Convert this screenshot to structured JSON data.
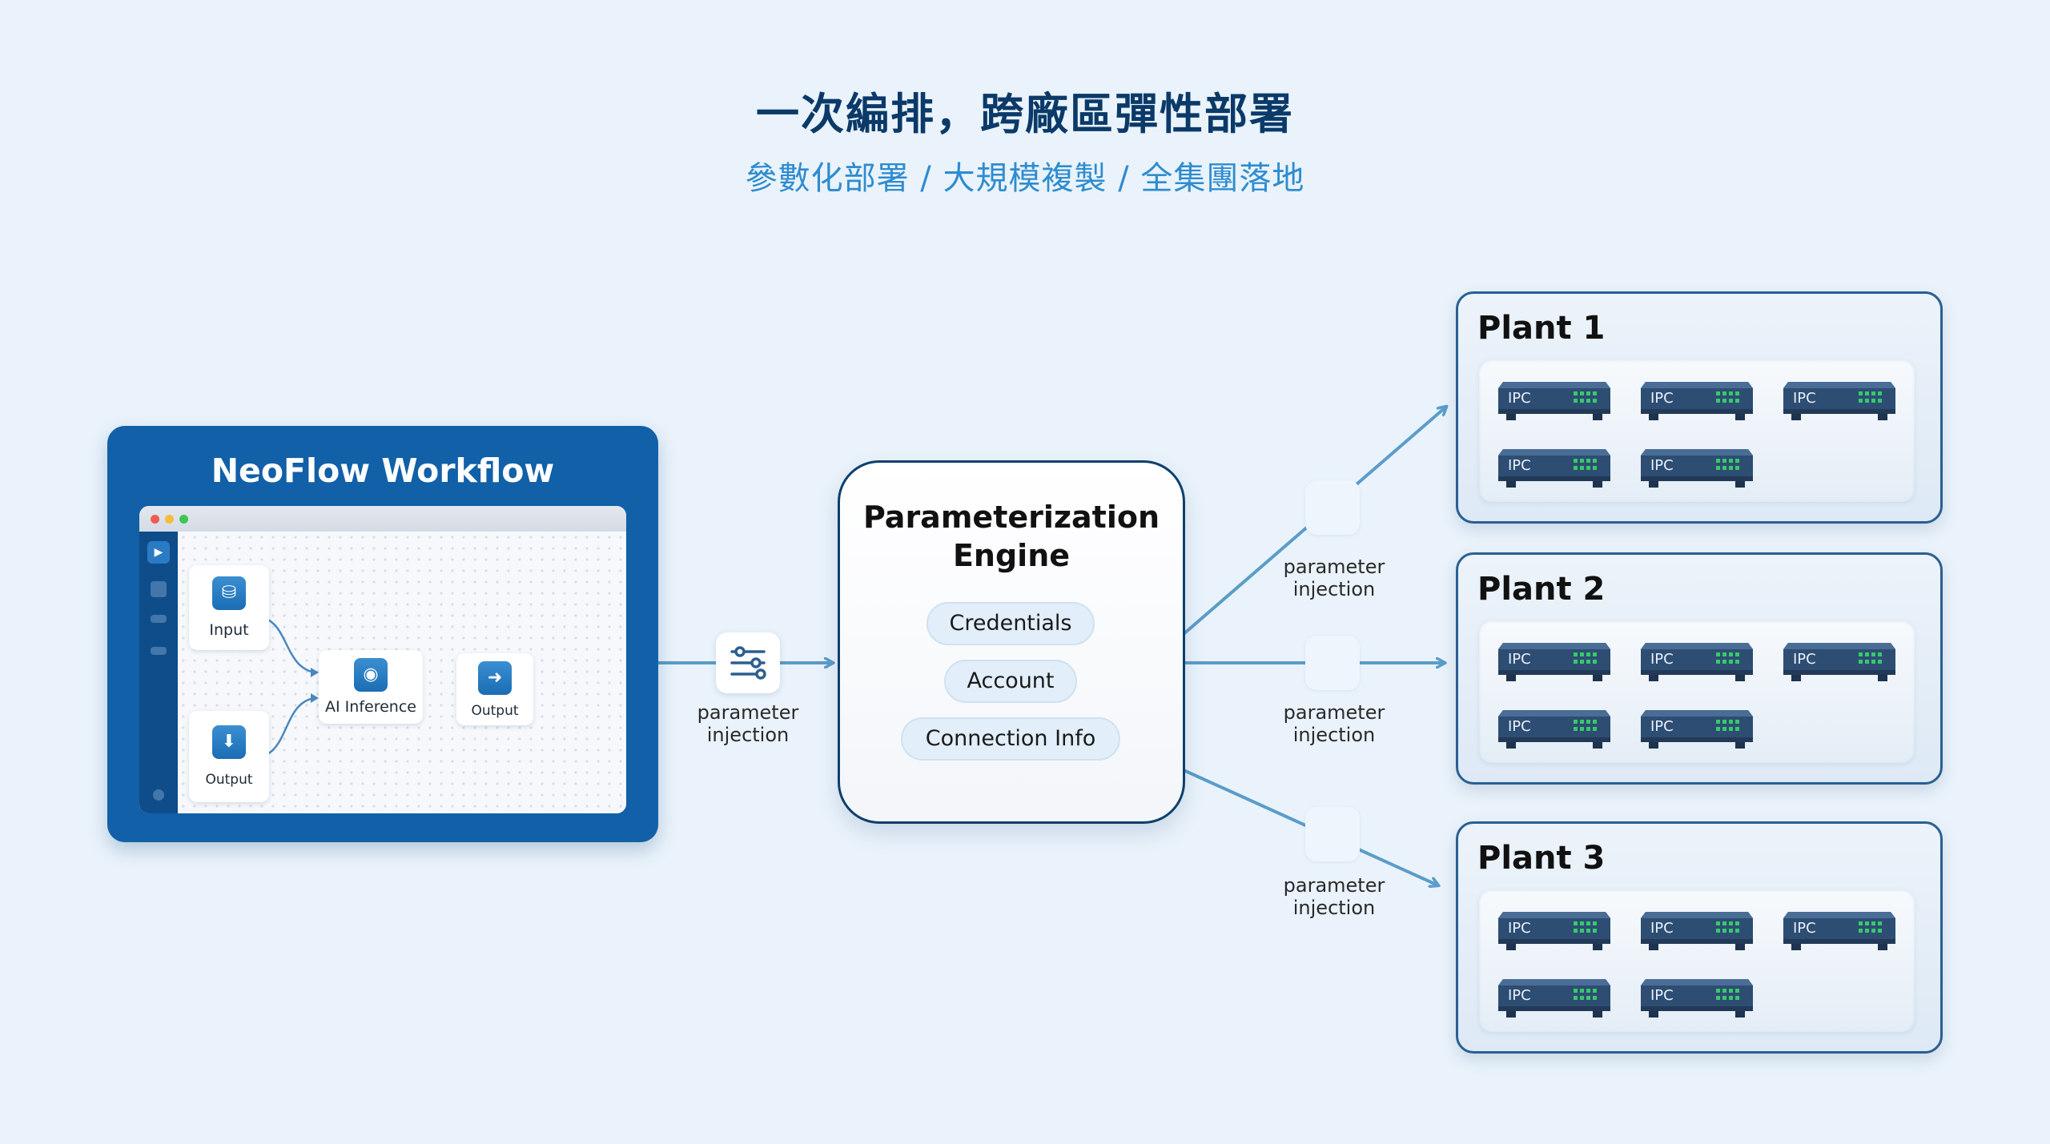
{
  "title": "一次編排，跨廠區彈性部署",
  "subtitle": "參數化部署 / 大規模複製 / 全集團落地",
  "workflow": {
    "title": "NeoFlow Workflow",
    "nodes": {
      "input": "Input",
      "inference": "AI Inference",
      "output_right": "Output",
      "output_bottom": "Output"
    }
  },
  "engine": {
    "title_line1": "Parameterization",
    "title_line2": "Engine",
    "items": [
      "Credentials",
      "Account",
      "Connection Info"
    ]
  },
  "labels": {
    "param_line1": "parameter",
    "param_line2": "injection"
  },
  "plants": [
    {
      "name": "Plant 1",
      "device_label": "IPC"
    },
    {
      "name": "Plant 2",
      "device_label": "IPC"
    },
    {
      "name": "Plant 3",
      "device_label": "IPC"
    }
  ],
  "colors": {
    "title": "#0b3a69",
    "subtitle": "#2f8ccf",
    "panel": "#1160a8",
    "arrow": "#5b9cc9",
    "ipc_body": "#2e4d73",
    "ipc_led": "#37c96b"
  }
}
